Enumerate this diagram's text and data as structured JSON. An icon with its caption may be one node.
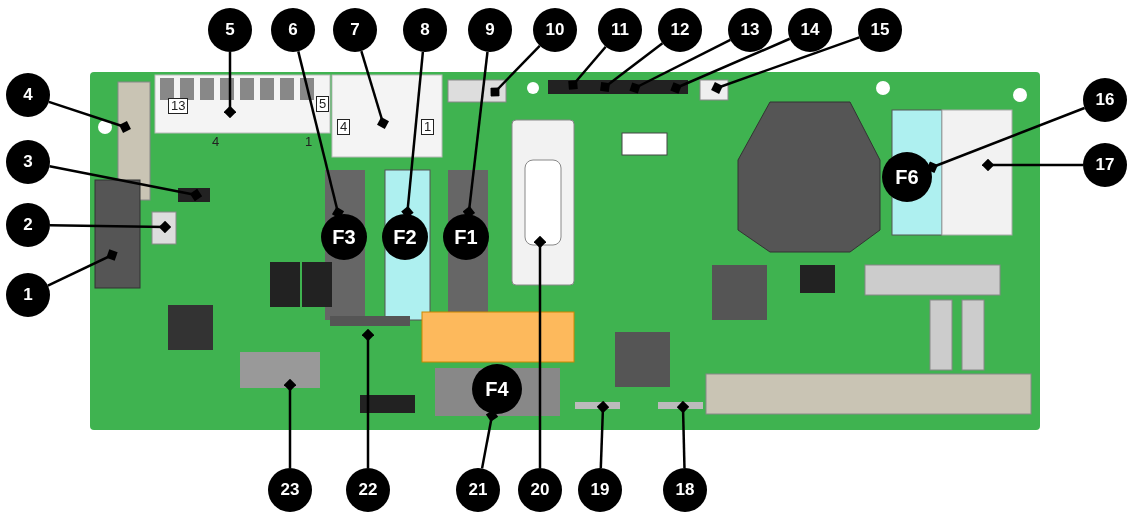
{
  "diagram": {
    "nodes": [
      {
        "text": [
          "1"
        ]
      },
      {
        "text": [
          "2"
        ]
      },
      {
        "text": [
          "3"
        ]
      },
      {
        "text": [
          "4"
        ]
      },
      {
        "text": [
          "5"
        ]
      },
      {
        "text": [
          "6"
        ]
      },
      {
        "text": [
          "7"
        ]
      },
      {
        "text": [
          "8"
        ]
      },
      {
        "text": [
          "9"
        ]
      },
      {
        "text": [
          "10"
        ]
      },
      {
        "text": [
          "11"
        ]
      },
      {
        "text": [
          "12"
        ]
      },
      {
        "text": [
          "13"
        ]
      },
      {
        "text": [
          "14"
        ]
      },
      {
        "text": [
          "15"
        ]
      },
      {
        "text": [
          "16"
        ]
      },
      {
        "text": [
          "17"
        ]
      },
      {
        "text": [
          "18"
        ]
      },
      {
        "text": [
          "19"
        ]
      },
      {
        "text": [
          "20"
        ]
      },
      {
        "text": [
          "21"
        ]
      },
      {
        "text": [
          "22"
        ]
      },
      {
        "text": [
          "23"
        ]
      },
      {
        "text": [
          "F6"
        ]
      },
      {
        "text": [
          "F3"
        ]
      },
      {
        "text": [
          "F2"
        ]
      },
      {
        "text": [
          "F1"
        ]
      },
      {
        "text": [
          "F4"
        ]
      }
    ],
    "edges": [
      {
        "from": 0,
        "to": null,
        "arrow": "other"
      },
      {
        "from": 1,
        "to": null,
        "arrow": "other"
      },
      {
        "from": 2,
        "to": null,
        "arrow": "other"
      },
      {
        "from": 3,
        "to": null,
        "arrow": "other"
      },
      {
        "from": 4,
        "to": null,
        "arrow": "other"
      },
      {
        "from": 5,
        "to": 24,
        "arrow": "other"
      },
      {
        "from": 6,
        "to": null,
        "arrow": "other"
      },
      {
        "from": 7,
        "to": 25,
        "arrow": "other"
      },
      {
        "from": 8,
        "to": 26,
        "arrow": "other"
      },
      {
        "from": 9,
        "to": null,
        "arrow": "other"
      },
      {
        "from": 10,
        "to": null,
        "arrow": "other"
      },
      {
        "from": 11,
        "to": null,
        "arrow": "other"
      },
      {
        "from": 12,
        "to": null,
        "arrow": "other"
      },
      {
        "from": 13,
        "to": null,
        "arrow": "other"
      },
      {
        "from": 14,
        "to": null,
        "arrow": "other"
      },
      {
        "from": 15,
        "to": 23,
        "arrow": "other"
      },
      {
        "from": 16,
        "to": null,
        "arrow": "other"
      },
      {
        "from": 17,
        "to": null,
        "arrow": "other"
      },
      {
        "from": 18,
        "to": null,
        "arrow": "other"
      },
      {
        "from": 19,
        "to": null,
        "arrow": "other"
      },
      {
        "from": 20,
        "to": 27,
        "arrow": "other"
      },
      {
        "from": 21,
        "to": null,
        "arrow": "other"
      },
      {
        "from": 22,
        "to": null,
        "arrow": "other"
      }
    ],
    "labels": [
      "13",
      "5",
      "4",
      "1",
      "4",
      "1"
    ]
  }
}
